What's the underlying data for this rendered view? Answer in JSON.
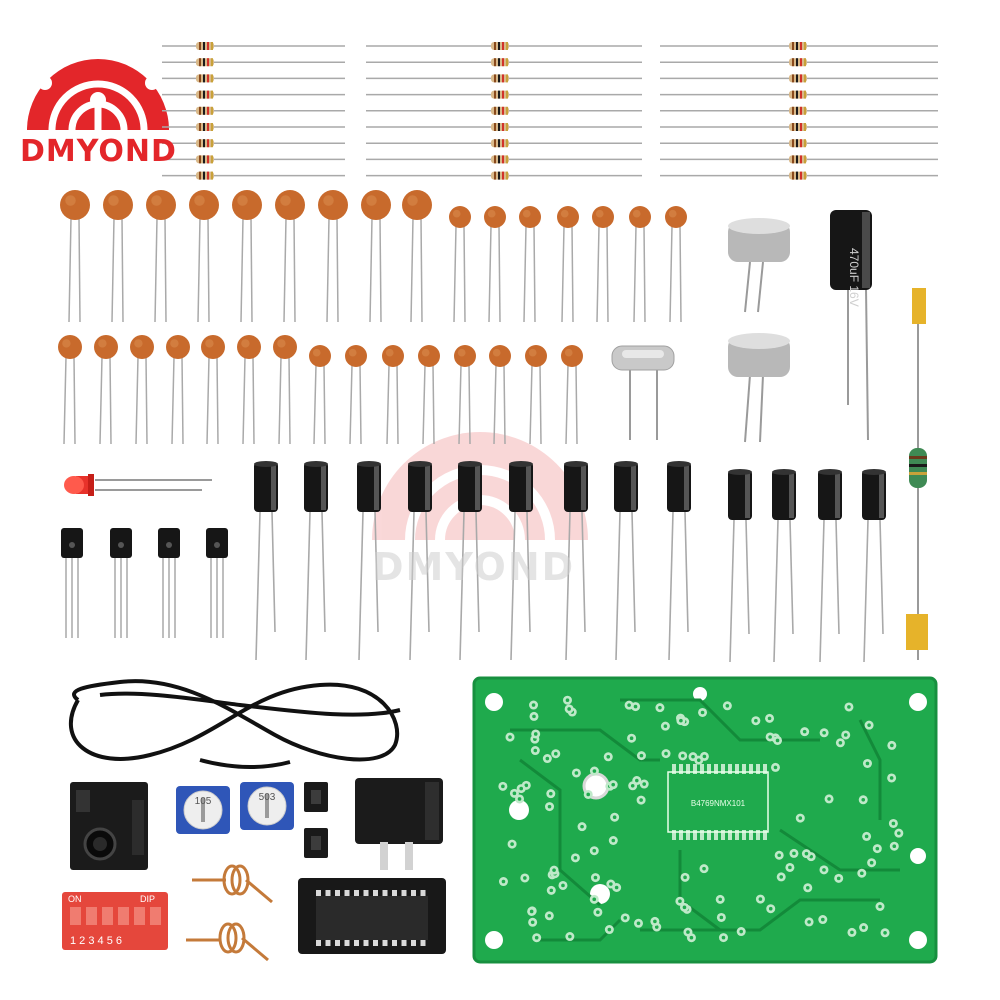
{
  "brand": {
    "name": "DMYOND",
    "watermark": "DMYOND",
    "color": "#e3262a"
  },
  "markings": {
    "cap_large": "470uF 16V",
    "chip": "B4769NMX101",
    "dip_on": "ON",
    "dip_label": "DIP",
    "dip_numbers": "1 2 3 4 5 6",
    "pot_1": "105",
    "pot_2": "503"
  },
  "colors": {
    "pcb": "#1faa4d",
    "pcb_edge": "#17903f",
    "ceramic_cap": "#c86a2c",
    "electrolytic": "#161616",
    "dip_switch": "#e5473c",
    "led": "#e8322a",
    "copper_coil": "#c47a3a",
    "crystal": "#c9c9c9"
  }
}
